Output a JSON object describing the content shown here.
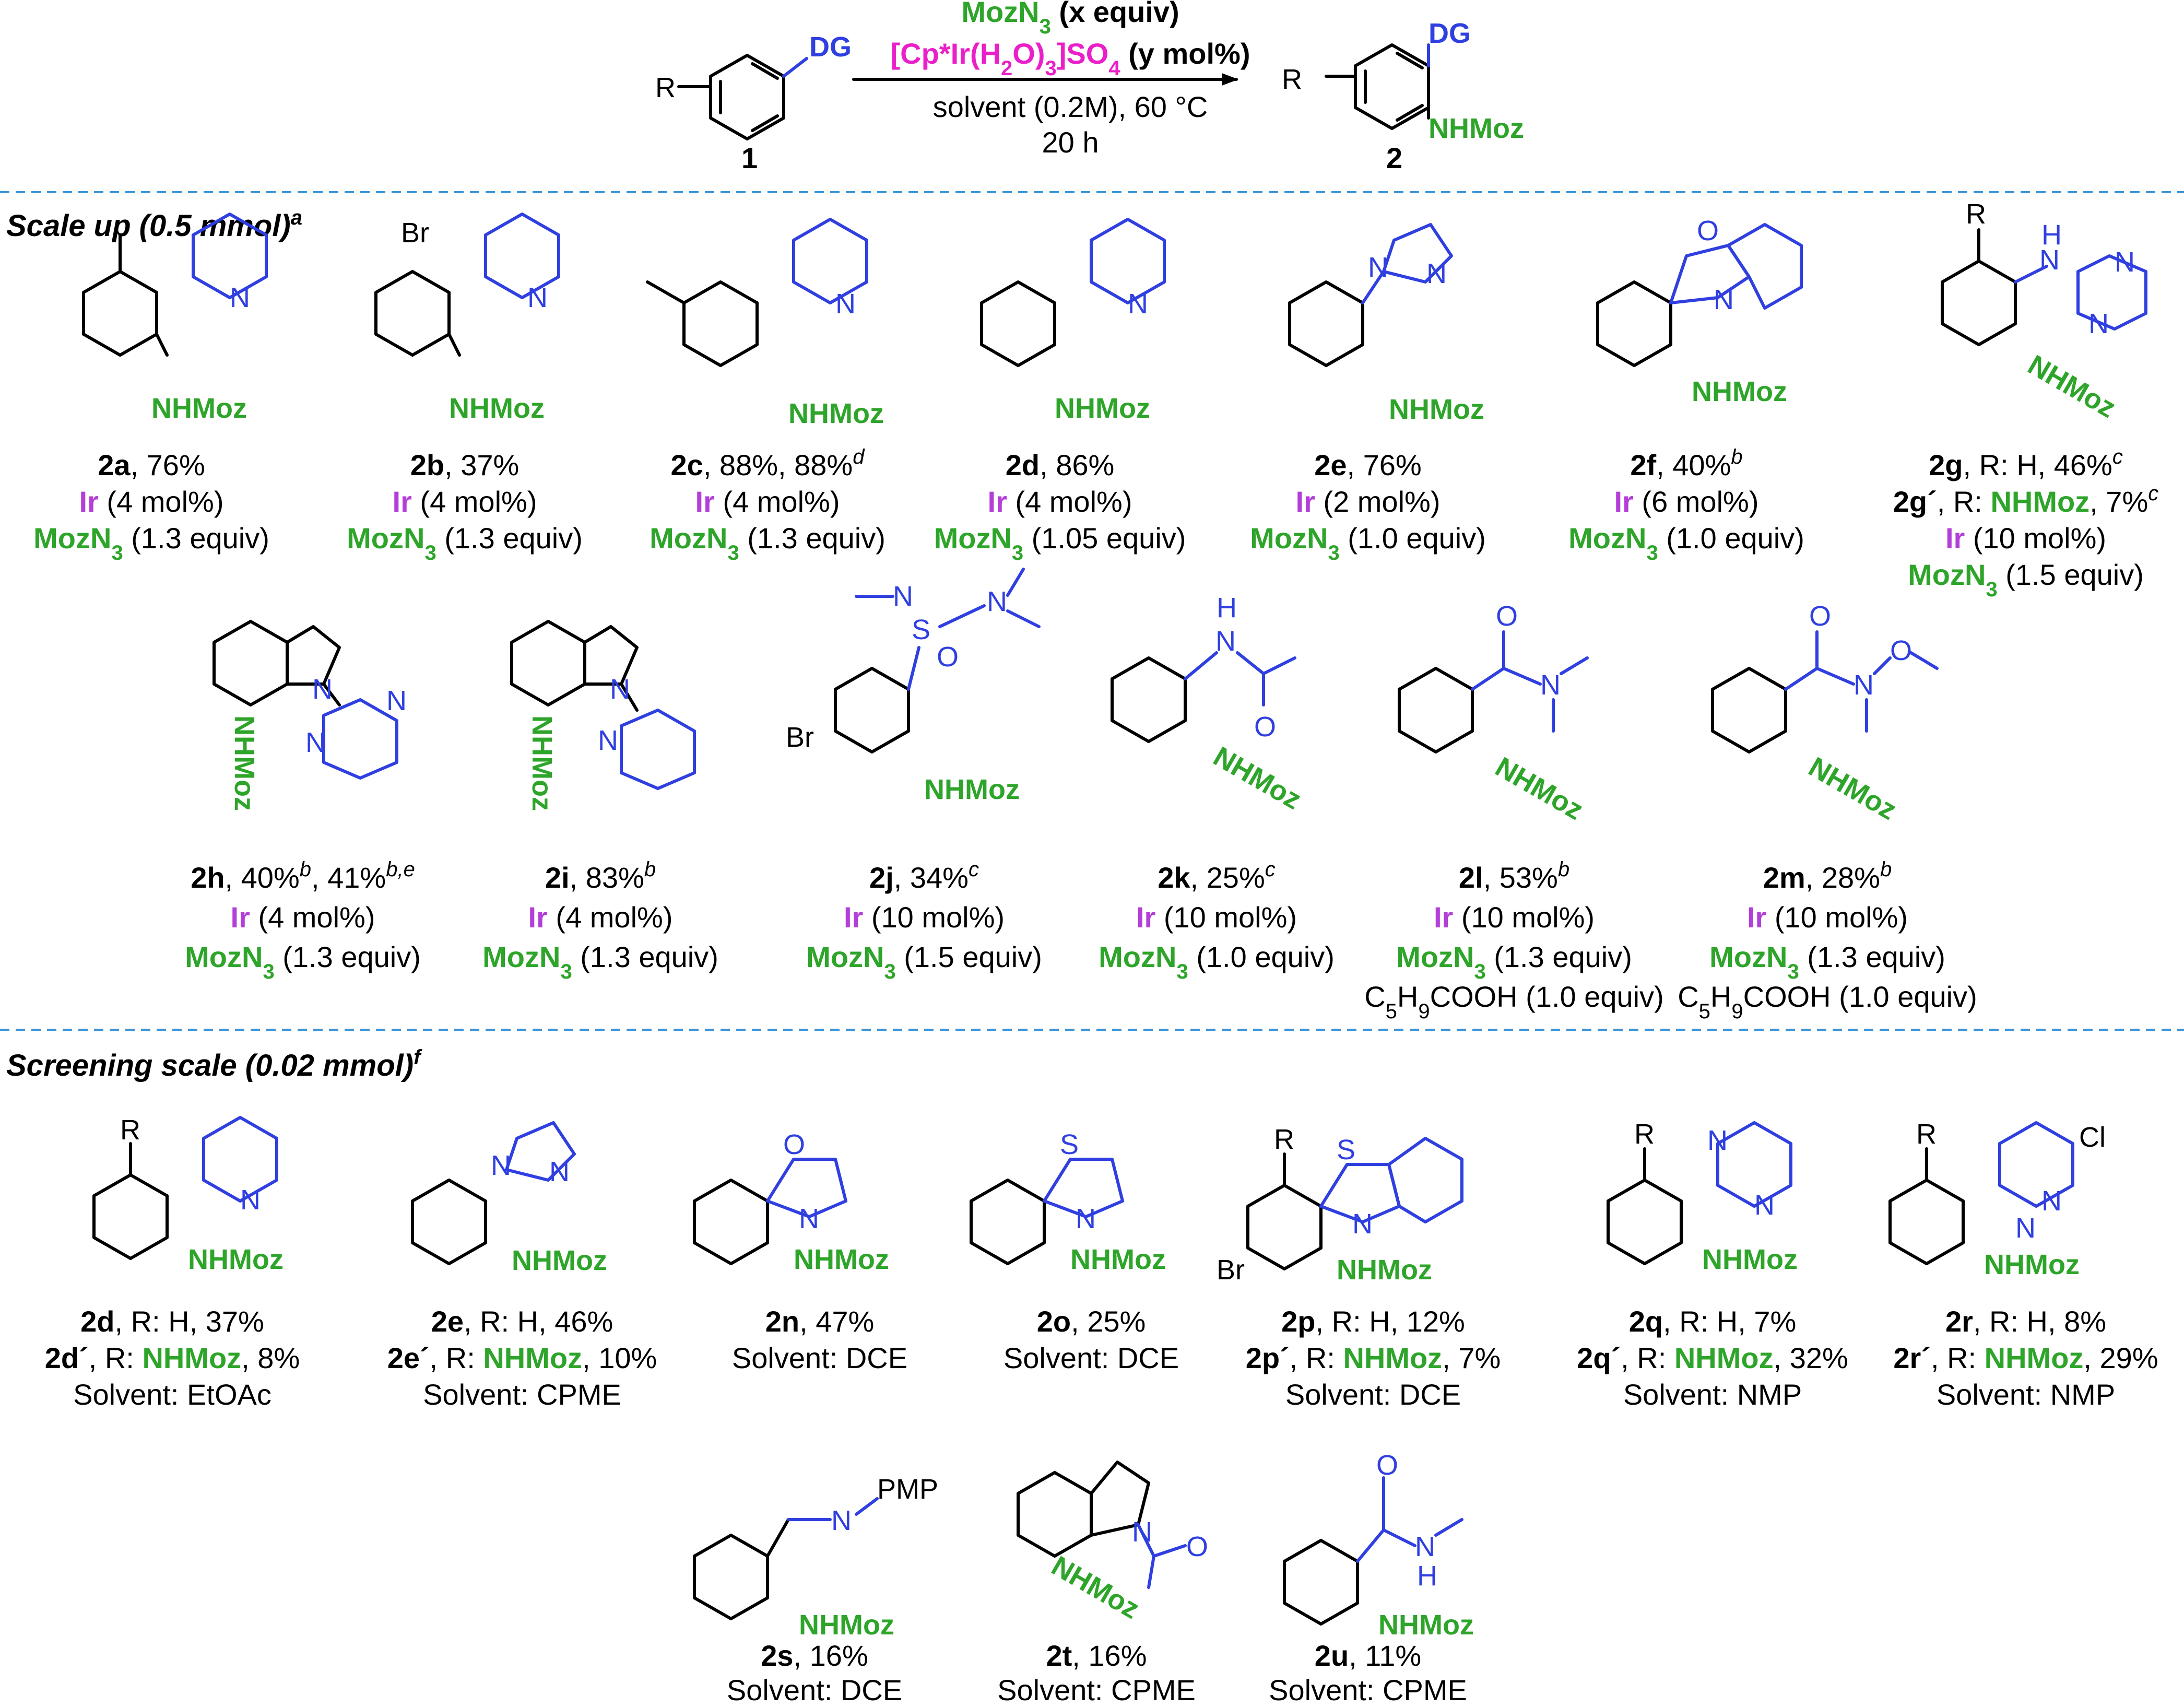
{
  "header": {
    "substrate_number": "1",
    "product_number": "2",
    "substituent": "R",
    "directing_group": "DG",
    "amino_group": "NHMoz",
    "reagent": "MozN3 (x equiv)",
    "catalyst": "[Cp*Ir(H2O)3]SO4 (y mol%)",
    "solvent_conditions": "solvent (0.2M), 60 °C",
    "time": "20 h"
  },
  "sections": {
    "scale_up": "Scale up (0.5 mmol)a",
    "screening": "Screening scale (0.02 mmol)f"
  },
  "atom_labels": {
    "N": "N",
    "O": "O",
    "S": "S",
    "H": "H",
    "Br": "Br",
    "Cl": "Cl",
    "R": "R",
    "NHMoz": "NHMoz",
    "PMP": "PMP"
  },
  "scale_up_row1": [
    {
      "id": "2a",
      "lines": [
        "2a, 76%",
        "Ir (4 mol%)",
        "MozN3 (1.3 equiv)"
      ]
    },
    {
      "id": "2b",
      "lines": [
        "2b, 37%",
        "Ir (4 mol%)",
        "MozN3 (1.3 equiv)"
      ]
    },
    {
      "id": "2c",
      "lines": [
        "2c, 88%, 88%d",
        "Ir (4 mol%)",
        "MozN3 (1.3 equiv)"
      ]
    },
    {
      "id": "2d",
      "lines": [
        "2d, 86%",
        "Ir (4 mol%)",
        "MozN3 (1.05 equiv)"
      ]
    },
    {
      "id": "2e",
      "lines": [
        "2e, 76%",
        "Ir (2 mol%)",
        "MozN3 (1.0 equiv)"
      ]
    },
    {
      "id": "2f",
      "lines": [
        "2f, 40%b",
        "Ir (6 mol%)",
        "MozN3 (1.0 equiv)"
      ]
    },
    {
      "id": "2g",
      "lines": [
        "2g, R: H, 46%c",
        "2g´, R: NHMoz, 7%c",
        "Ir (10 mol%)",
        "MozN3 (1.5 equiv)"
      ]
    }
  ],
  "scale_up_row2": [
    {
      "id": "2h",
      "lines": [
        "2h, 40%b, 41%b,e",
        "Ir (4 mol%)",
        "MozN3 (1.3 equiv)"
      ]
    },
    {
      "id": "2i",
      "lines": [
        "2i, 83%b",
        "Ir (4 mol%)",
        "MozN3 (1.3 equiv)"
      ]
    },
    {
      "id": "2j",
      "lines": [
        "2j, 34%c",
        "Ir (10 mol%)",
        "MozN3 (1.5 equiv)"
      ]
    },
    {
      "id": "2k",
      "lines": [
        "2k, 25%c",
        "Ir (10 mol%)",
        "MozN3 (1.0 equiv)"
      ]
    },
    {
      "id": "2l",
      "lines": [
        "2l, 53%b",
        "Ir (10 mol%)",
        "MozN3 (1.3 equiv)",
        "C5H9COOH (1.0 equiv)"
      ]
    },
    {
      "id": "2m",
      "lines": [
        "2m, 28%b",
        "Ir (10 mol%)",
        "MozN3 (1.3 equiv)",
        "C5H9COOH (1.0 equiv)"
      ]
    }
  ],
  "screening_row1": [
    {
      "id": "2d",
      "lines": [
        "2d, R: H, 37%",
        "2d´, R: NHMoz, 8%",
        "Solvent: EtOAc"
      ]
    },
    {
      "id": "2e",
      "lines": [
        "2e, R: H, 46%",
        "2e´, R: NHMoz, 10%",
        "Solvent: CPME"
      ]
    },
    {
      "id": "2n",
      "lines": [
        "2n, 47%",
        "Solvent: DCE"
      ]
    },
    {
      "id": "2o",
      "lines": [
        "2o, 25%",
        "Solvent: DCE"
      ]
    },
    {
      "id": "2p",
      "lines": [
        "2p, R: H, 12%",
        "2p´, R: NHMoz, 7%",
        "Solvent: DCE"
      ]
    },
    {
      "id": "2q",
      "lines": [
        "2q, R: H, 7%",
        "2q´, R: NHMoz, 32%",
        "Solvent: NMP"
      ]
    },
    {
      "id": "2r",
      "lines": [
        "2r, R: H, 8%",
        "2r´, R: NHMoz, 29%",
        "Solvent: NMP"
      ]
    }
  ],
  "screening_row2": [
    {
      "id": "2s",
      "lines": [
        "2s, 16%",
        "Solvent: DCE"
      ]
    },
    {
      "id": "2t",
      "lines": [
        "2t, 16%",
        "Solvent: CPME"
      ]
    },
    {
      "id": "2u",
      "lines": [
        "2u, 11%",
        "Solvent: CPME"
      ]
    }
  ],
  "colors": {
    "moz_green": "#2ea52a",
    "directing_group_blue": "#2f3fe0",
    "iridium_purple": "#b33ed8",
    "catalyst_magenta": "#ea1fc9",
    "divider_blue": "#3b95d9"
  }
}
